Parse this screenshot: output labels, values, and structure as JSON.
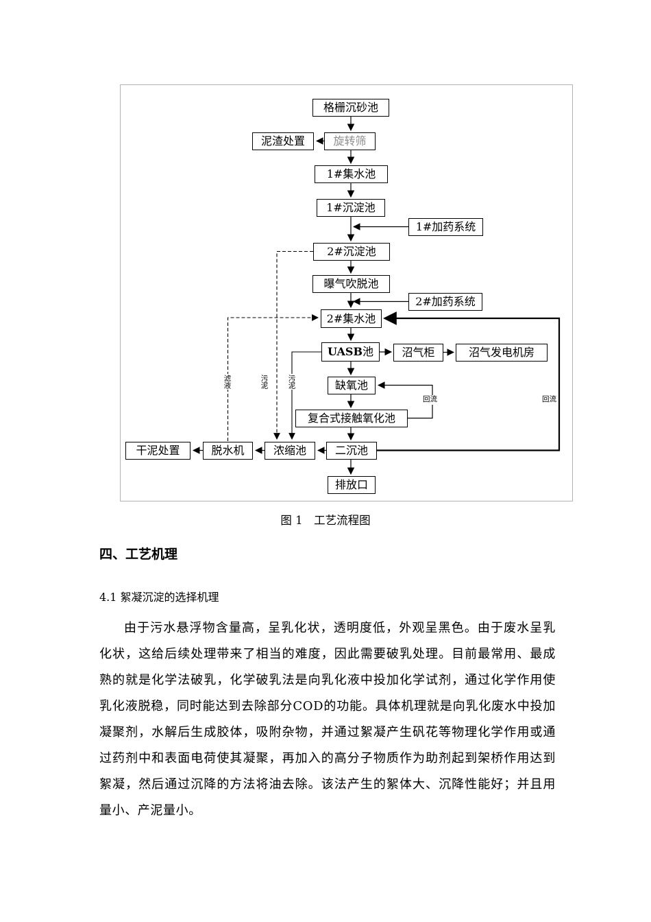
{
  "figure": {
    "caption": "图 1　工艺流程图",
    "nodes": {
      "grid_chamber": "格栅沉砂池",
      "sludge_residue_treatment": "泥渣处置",
      "rotary_screen": "旋转筛",
      "collection_pool_1": "1#集水池",
      "sedimentation_pool_1": "1#沉淀池",
      "dosing_system_1": "1#加药系统",
      "sedimentation_pool_2": "2#沉淀池",
      "aeration_stripping_pool": "曝气吹脱池",
      "dosing_system_2": "2#加药系统",
      "collection_pool_2": "2#集水池",
      "uasb_prefix": "UASB",
      "uasb_suffix": "池",
      "biogas_tank": "沼气柜",
      "biogas_generator_room": "沼气发电机房",
      "anoxic_pool": "缺氧池",
      "contact_oxidation_pool": "复合式接触氧化池",
      "secondary_sedimentation_pool": "二沉池",
      "discharge_outlet": "排放口",
      "thickening_pool": "浓缩池",
      "dewatering_machine": "脱水机",
      "dry_sludge_treatment": "干泥处置"
    },
    "flow_labels": {
      "filtrate": "滤液",
      "sludge_1": "污泥",
      "sludge_2": "污泥",
      "reflux_inner": "回流",
      "reflux_outer": "回流"
    }
  },
  "section": {
    "heading": "四、工艺机理",
    "subheading": "4.1 絮凝沉淀的选择机理",
    "paragraph": "由于污水悬浮物含量高，呈乳化状，透明度低，外观呈黑色。由于废水呈乳化状，这给后续处理带来了相当的难度，因此需要破乳处理。目前最常用、最成熟的就是化学法破乳，化学破乳法是向乳化液中投加化学试剂，通过化学作用使乳化液脱稳，同时能达到去除部分COD的功能。具体机理就是向乳化废水中投加凝聚剂，水解后生成胶体，吸附杂物，并通过絮凝产生矾花等物理化学作用或通过药剂中和表面电荷使其凝聚，再加入的高分子物质作为助剂起到架桥作用达到絮凝，然后通过沉降的方法将油去除。该法产生的絮体大、沉降性能好；并且用量小、产泥量小。"
  }
}
